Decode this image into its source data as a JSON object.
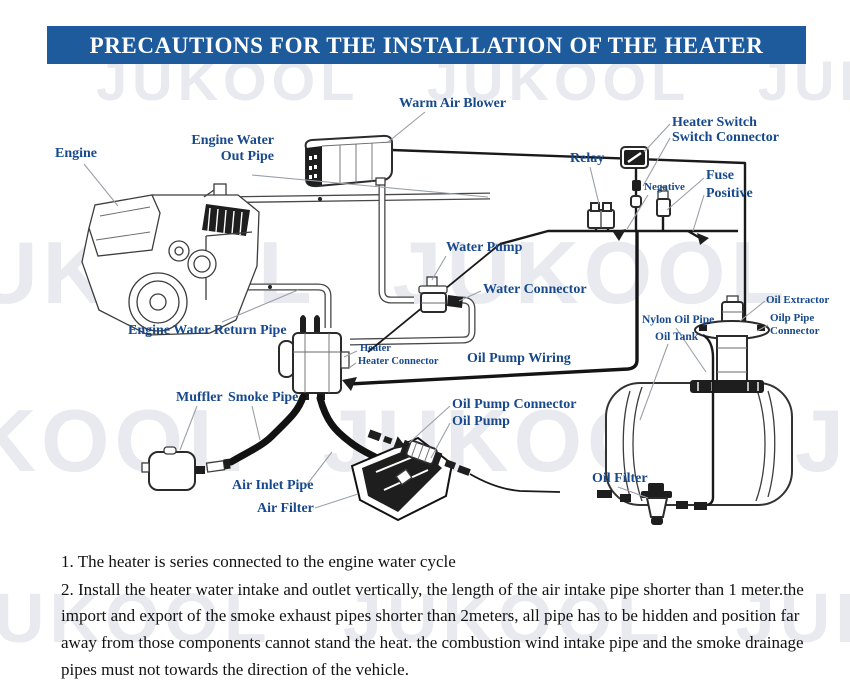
{
  "title": "PRECAUTIONS FOR THE INSTALLATION OF THE HEATER",
  "watermark": "JUKOOL",
  "colors": {
    "title_bg": "#1e5b9c",
    "title_text": "#ffffff",
    "label_text": "#17498c",
    "note_text": "#121212",
    "watermark_text": "#e8eaef"
  },
  "labels": {
    "engine": "Engine",
    "engine_water_out_pipe": "Engine Water\nOut Pipe",
    "warm_air_blower": "Warm Air Blower",
    "heater_switch": "Heater Switch",
    "switch_connector": "Switch Connector",
    "relay": "Relay",
    "negative": "Negative",
    "fuse": "Fuse",
    "positive": "Positive",
    "water_pump": "Water Pump",
    "water_connector": "Water Connector",
    "oil_extractor": "Oil Extractor",
    "oilp_pipe_connector": "Oilp Pipe\nConnector",
    "nylon_oil_pipe": "Nylon Oil Pipe",
    "oil_tank": "Oil Tank",
    "engine_water_return_pipe": "Engine Water Return Pipe",
    "heater": "Heater",
    "heater_connector": "Heater Connector",
    "oil_pump_wiring": "Oil Pump Wiring",
    "muffler": "Muffler",
    "smoke_pipe": "Smoke Pipe",
    "oil_pump_connector": "Oil Pump Connector",
    "oil_pump": "Oil Pump",
    "air_inlet_pipe": "Air Inlet Pipe",
    "air_filter": "Air Filter",
    "oil_filter": "Oil Filter"
  },
  "notes": [
    "1. The heater is series connected to the engine water cycle",
    "2. Install the heater water intake and outlet vertically, the length of the air intake pipe shorter than 1 meter.the import and export of the smoke exhaust pipes shorter than 2meters, all pipe has to be hidden and position far away from those components cannot stand the heat. the combustion wind intake pipe and the smoke drainage pipes must not towards the direction of the vehicle."
  ]
}
